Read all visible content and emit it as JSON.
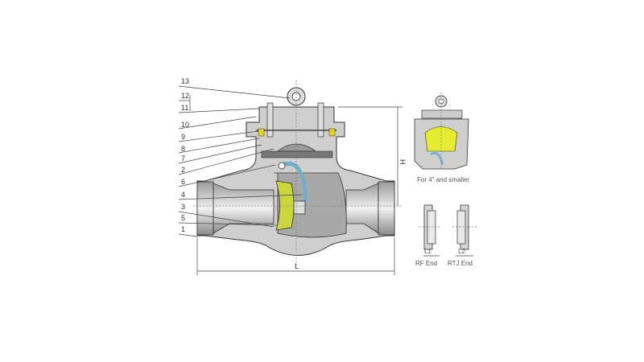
{
  "diagram": {
    "title": "Swing check valve (welded ends)",
    "part_labels": [
      "13",
      "12",
      "11",
      "10",
      "9",
      "8",
      "7",
      "2",
      "6",
      "4",
      "3",
      "5",
      "1"
    ],
    "dimensions": {
      "length": "L",
      "height": "H",
      "rf_length": "L1",
      "rtj_length": "L2"
    },
    "captions": {
      "small_size": "For 4\" and smaller",
      "rf_end": "RF End",
      "rtj_end": "RTJ End"
    },
    "colors": {
      "disc": "#c8d83a",
      "hinge": "#6fb0c8",
      "gasket": "#e8d21a",
      "body": "#cfcfcf"
    }
  }
}
